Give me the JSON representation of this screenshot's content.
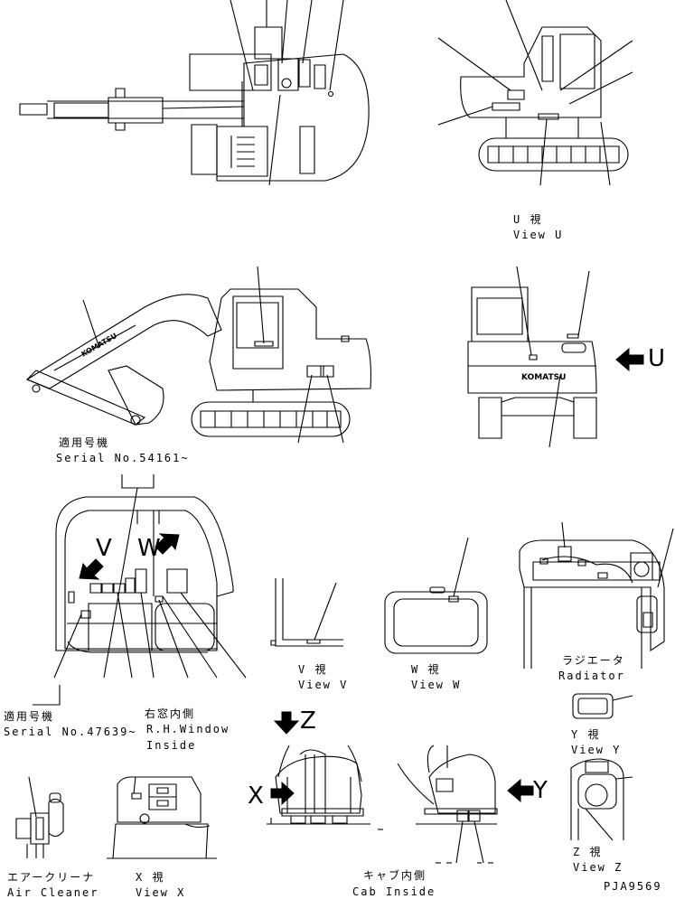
{
  "labels": {
    "view_u_jp": "U 視",
    "view_u": "View U",
    "arrow_u": "U",
    "serial_jp_1": "適用号機",
    "serial_1": "Serial No.54161~",
    "letter_v": "V",
    "letter_w": "W",
    "serial_jp_2": "適用号機",
    "serial_2": "Serial No.47639~",
    "rh_window_jp": "右窓内側",
    "rh_window": "R.H.Window",
    "inside": "Inside",
    "view_v_jp": "V 視",
    "view_v": "View V",
    "view_w_jp": "W 視",
    "view_w": "View W",
    "radiator_jp": "ラジエータ",
    "radiator": "Radiator",
    "view_y_jp": "Y 視",
    "view_y": "View Y",
    "arrow_z": "Z",
    "arrow_x": "X",
    "arrow_y": "Y",
    "view_z_jp": "Z 視",
    "view_z": "View Z",
    "air_cleaner_jp": "エアークリーナ",
    "air_cleaner": "Air Cleaner",
    "view_x_jp": "X 視",
    "view_x": "View X",
    "cab_inside_jp": "キャブ内側",
    "cab_inside": "Cab Inside",
    "brand": "KOMATSU",
    "drawing_no": "PJA9569"
  },
  "colors": {
    "ink": "#000000",
    "paper": "#ffffff"
  }
}
